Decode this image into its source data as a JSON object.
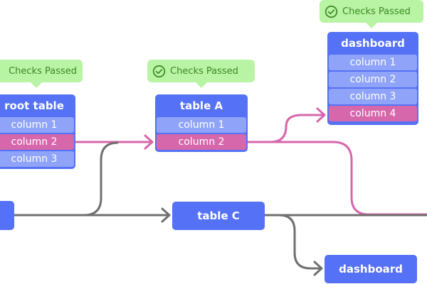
{
  "badges": {
    "root": "Checks Passed",
    "table_a": "Checks Passed",
    "dashboard_top": "Checks Passed"
  },
  "nodes": {
    "root_table": {
      "title": "root table",
      "columns": [
        "column 1",
        "column 2",
        "column 3"
      ]
    },
    "table_a": {
      "title": "table A",
      "columns": [
        "column 1",
        "column 2"
      ]
    },
    "dashboard_top": {
      "title": "dashboard",
      "columns": [
        "column 1",
        "column 2",
        "column 3",
        "column 4"
      ]
    },
    "table_c": {
      "title": "table C"
    },
    "dashboard_bottom": {
      "title": "dashboard"
    }
  },
  "colors": {
    "node": "#5571f5",
    "column": "#8fa4f8",
    "highlight": "#d767ab",
    "pink_edge": "#d767ab",
    "gray_edge": "#707070",
    "badge_bg": "#b9f3a4",
    "badge_text": "#3c8a25"
  }
}
